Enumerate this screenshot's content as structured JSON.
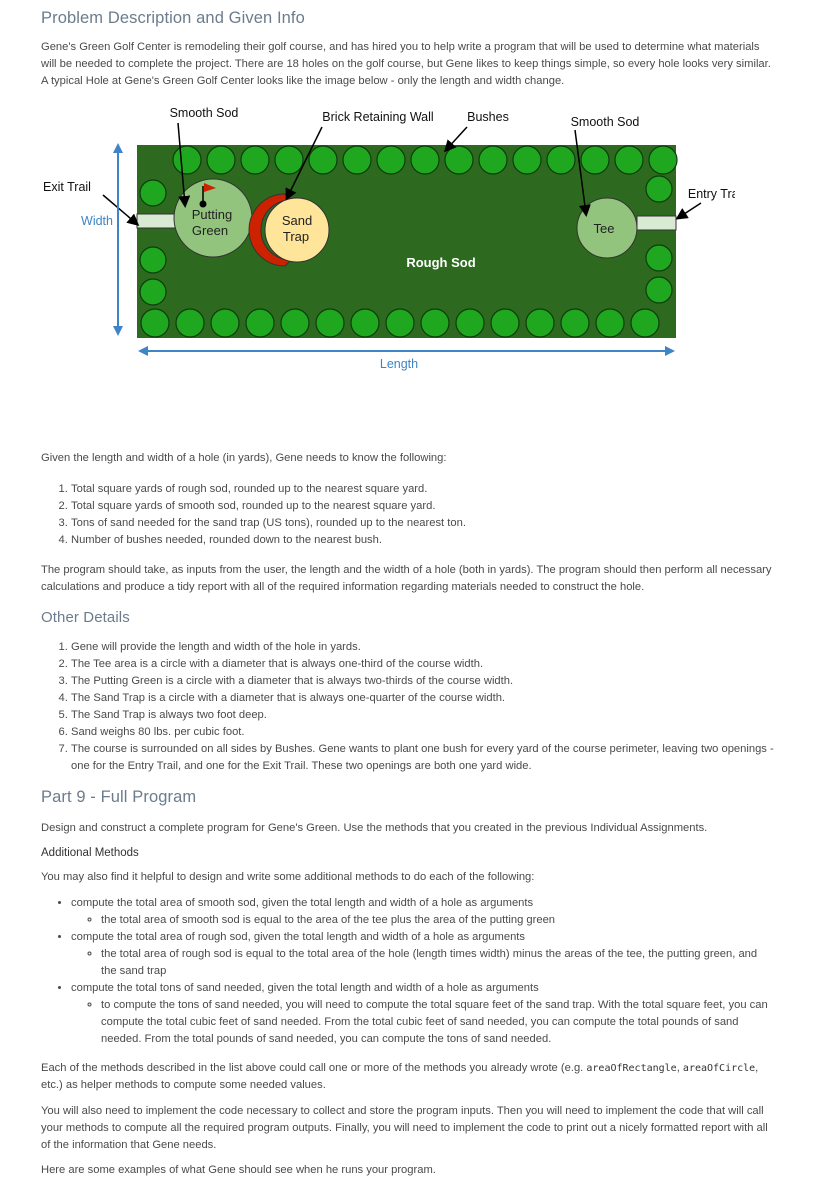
{
  "section1": {
    "title": "Problem Description and Given Info",
    "intro": "Gene's Green Golf Center is remodeling their golf course, and has hired you to help write a program that will be used to determine what materials will be needed to complete the project. There are 18 holes on the golf course, but Gene likes to keep things simple, so every hole looks very similar. A typical Hole at Gene's Green Golf Center looks like the image below - only the length and width change."
  },
  "diagram": {
    "labels": {
      "smooth_sod_left": "Smooth Sod",
      "brick_wall": "Brick Retaining Wall",
      "bushes": "Bushes",
      "smooth_sod_right": "Smooth Sod",
      "exit_trail": "Exit Trail",
      "entry_trail": "Entry Trail",
      "width": "Width",
      "length": "Length",
      "putting_1": "Putting",
      "putting_2": "Green",
      "sand_1": "Sand",
      "sand_2": "Trap",
      "tee": "Tee",
      "rough_sod": "Rough Sod"
    },
    "colors": {
      "rough": "#2d6a1f",
      "bush": "#1fa81f",
      "green_circle": "#93c47d",
      "sand": "#ffe599",
      "wall": "#cc2200",
      "trail": "#d9ead3",
      "axis": "#3d85c6"
    }
  },
  "given": {
    "lead": "Given the length and width of a hole (in yards), Gene needs to know the following:",
    "items": [
      "Total square yards of rough sod, rounded up to the nearest square yard.",
      "Total square yards of smooth sod, rounded up to the nearest square yard.",
      "Tons of sand needed for the sand trap (US tons), rounded up to the nearest ton.",
      "Number of bushes needed, rounded down to the nearest bush."
    ],
    "after": "The program should take, as inputs from the user, the length and the width of a hole (both in yards). The program should then perform all necessary calculations and produce a tidy report with all of the required information regarding materials needed to construct the hole."
  },
  "other": {
    "title": "Other Details",
    "items": [
      "Gene will provide the length and width of the hole in yards.",
      "The Tee area is a circle with a diameter that is always one-third of the course width.",
      "The Putting Green is a circle with a diameter that is always two-thirds of the course width.",
      "The Sand Trap is a circle with a diameter that is always one-quarter of the course width.",
      "The Sand Trap is always two foot deep.",
      "Sand weighs 80 lbs. per cubic foot.",
      "The course is surrounded on all sides by Bushes. Gene wants to plant one bush for every yard of the course perimeter, leaving two openings - one for the Entry Trail, and one for the Exit Trail. These two openings are both one yard wide."
    ]
  },
  "part9": {
    "title": "Part 9 - Full Program",
    "intro": "Design and construct a complete program for Gene's Green. Use the methods that you created in the previous Individual Assignments.",
    "subhead": "Additional Methods",
    "lead": "You may also find it helpful to design and write some additional methods to do each of the following:",
    "b1": "compute the total area of smooth sod, given the total length and width of a hole as arguments",
    "b1a": "the total area of smooth sod is equal to the area of the tee plus the area of the putting green",
    "b2": "compute the total area of rough sod, given the total length and width of a hole as arguments",
    "b2a": "the total area of rough sod is equal to the total area of the hole (length times width) minus the areas of the tee, the putting green, and the sand trap",
    "b3": "compute the total tons of sand needed, given the total length and width of a hole as arguments",
    "b3a": "to compute the tons of sand needed, you will need to compute the total square feet of the sand trap. With the total square feet, you can compute the total cubic feet of sand needed. From the total cubic feet of sand needed, you can compute the total pounds of sand needed. From the total pounds of sand needed, you can compute the tons of sand needed.",
    "each_pre": "Each of the methods described in the list above could call one or more of the methods you already wrote (e.g. ",
    "code1": "areaOfRectangle",
    "each_mid": ", ",
    "code2": "areaOfCircle",
    "each_post": ", etc.) as helper methods to compute some needed values.",
    "also": "You will also need to implement the code necessary to collect and store the program inputs. Then you will need to implement the code that will call your methods to compute all the required program outputs. Finally, you will need to implement the code to print out a nicely formatted report with all of the information that Gene needs.",
    "examples": "Here are some examples of what Gene should see when he runs your program."
  }
}
